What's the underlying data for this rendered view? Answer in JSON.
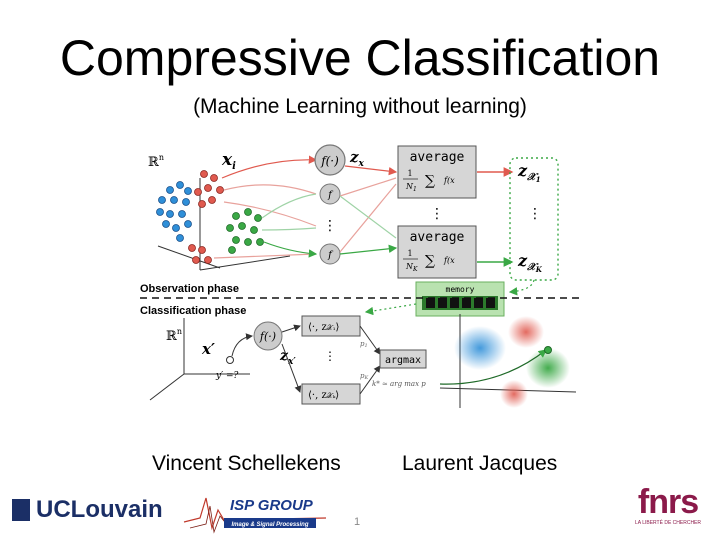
{
  "slide": {
    "title": "Compressive Classification",
    "subtitle": "(Machine Learning without learning)",
    "authors": [
      "Vincent Schellekens",
      "Laurent Jacques"
    ],
    "slide_number": "1"
  },
  "diagram": {
    "space_label": "ℝ",
    "space_exp": "n",
    "x_i": "x",
    "x_i_sub": "i",
    "f_box": "f(·)",
    "f_small": "f",
    "z_xi": "z",
    "average_label": "average",
    "frac_1": "1",
    "N1": "N",
    "N1_sub": "1",
    "NK": "N",
    "NK_sub": "K",
    "sum_fx": "f(x",
    "z_X1": "z",
    "observation_phase": "Observation phase",
    "classification_phase": "Classification phase",
    "memory": "memory",
    "x_prime": "x′",
    "y_prime": "y′ =?",
    "z_xprime": "z",
    "inner_1": "⟨·, z",
    "inner_K": "⟨·, z",
    "p1": "p",
    "pK": "p",
    "argmax": "argmax",
    "kstar": "k* ≃ arg max p",
    "vdots": "⋮"
  },
  "logos": {
    "ucl": "UCLouvain",
    "isp": "ISP GROUP",
    "isp_sub": "Image & Signal Processing",
    "fnrs": "fnrs",
    "fnrs_sub": "LA LIBERTÉ DE CHERCHER"
  },
  "colors": {
    "red": "#e05a4f",
    "blue": "#2f8fd8",
    "green": "#3aa845",
    "fnrs": "#8b1a4a",
    "ucl": "#1b2f66"
  }
}
